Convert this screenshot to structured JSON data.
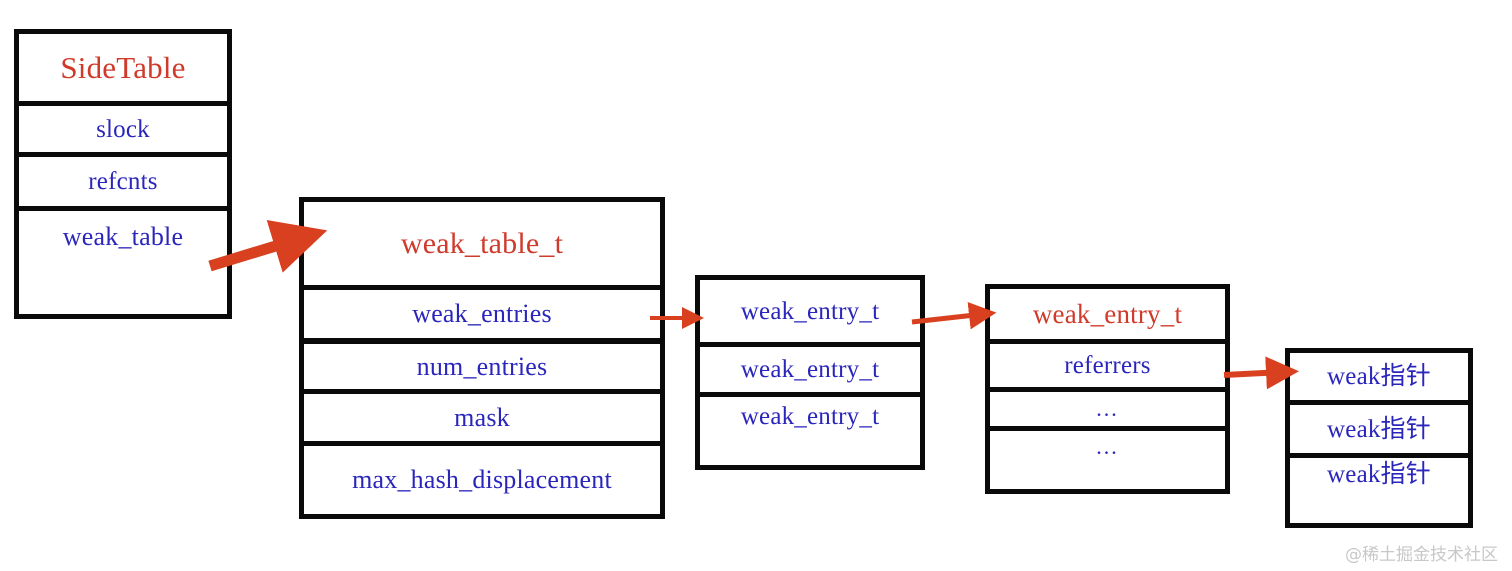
{
  "diagram": {
    "title": "SideTable / weak_table_t / weak_entry_t structure diagram",
    "colors": {
      "struct_title": "#cf3a2b",
      "struct_field": "#2b26bb",
      "border": "#0a0a0a",
      "arrow": "#d9401f",
      "background": "#ffffff",
      "watermark": "#c8c8c8"
    },
    "boxes": [
      {
        "id": "side-table",
        "rows": [
          {
            "text": "SideTable",
            "style": "title-red"
          },
          {
            "text": "slock",
            "style": "field-blue"
          },
          {
            "text": "refcnts",
            "style": "field-blue"
          },
          {
            "text": "weak_table",
            "style": "field-blue"
          }
        ]
      },
      {
        "id": "weak-table-t",
        "rows": [
          {
            "text": "weak_table_t",
            "style": "title-red"
          },
          {
            "text": "weak_entries",
            "style": "field-blue"
          },
          {
            "text": "num_entries",
            "style": "field-blue"
          },
          {
            "text": "mask",
            "style": "field-blue"
          },
          {
            "text": "max_hash_displacement",
            "style": "field-blue"
          }
        ]
      },
      {
        "id": "weak-entries-array",
        "rows": [
          {
            "text": "weak_entry_t",
            "style": "field-blue"
          },
          {
            "text": "weak_entry_t",
            "style": "field-blue"
          },
          {
            "text": "weak_entry_t",
            "style": "field-blue"
          }
        ]
      },
      {
        "id": "weak-entry-t",
        "rows": [
          {
            "text": "weak_entry_t",
            "style": "title-red"
          },
          {
            "text": "referrers",
            "style": "field-blue"
          },
          {
            "text": "...",
            "style": "dots"
          },
          {
            "text": "...",
            "style": "dots"
          }
        ]
      },
      {
        "id": "referrers-array",
        "rows": [
          {
            "text": "weak指针",
            "style": "field-blue"
          },
          {
            "text": "weak指针",
            "style": "field-blue"
          },
          {
            "text": "weak指针",
            "style": "field-blue"
          }
        ]
      }
    ],
    "arrows": [
      {
        "id": "arrow-side-table-to-weak-table",
        "from": "weak_table",
        "to": "weak_table_t"
      },
      {
        "id": "arrow-weak-entries-to-array",
        "from": "weak_entries",
        "to": "weak_entry_t array"
      },
      {
        "id": "arrow-array-to-weak-entry",
        "from": "weak_entry_t",
        "to": "weak_entry_t"
      },
      {
        "id": "arrow-referrers-to-weak-pointers",
        "from": "referrers",
        "to": "weak指针 array"
      }
    ],
    "watermark": "@稀土掘金技术社区"
  }
}
